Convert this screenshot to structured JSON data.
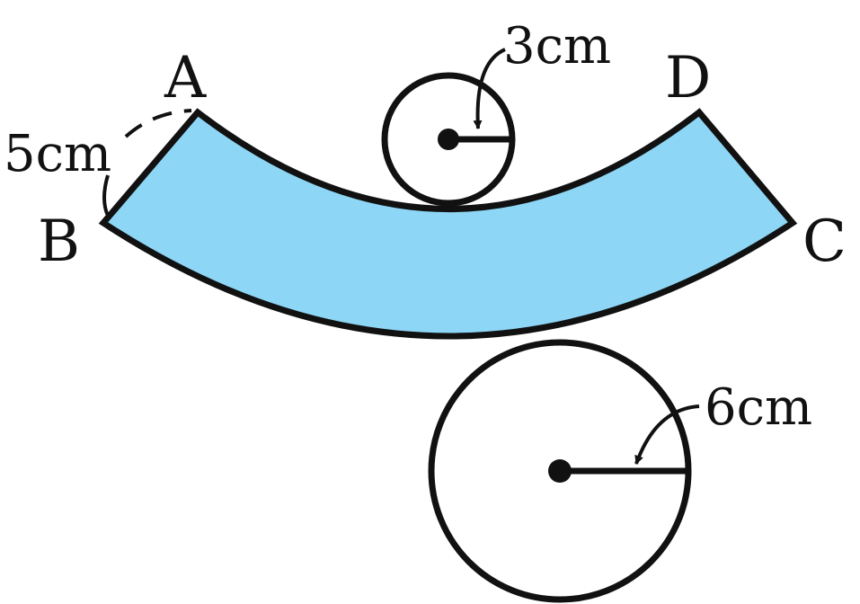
{
  "labels": {
    "point_a": "A",
    "point_b": "B",
    "point_c": "C",
    "point_d": "D"
  },
  "measurements": {
    "edge_ab": "5cm",
    "small_circle_radius": "3cm",
    "large_circle_radius": "6cm"
  },
  "colors": {
    "band_fill": "#8ed6f5",
    "stroke": "#111111",
    "background": "#ffffff"
  }
}
